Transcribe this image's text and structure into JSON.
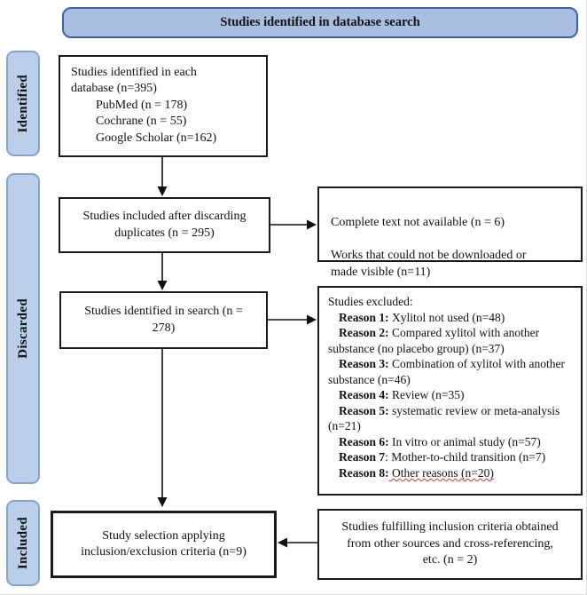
{
  "header": {
    "title": "Studies identified in database search"
  },
  "sidebar": {
    "identified": "Identified",
    "discarded": "Discarded",
    "included": "Included"
  },
  "database_box": {
    "intro": "Studies identified in each\ndatabase (n=395)",
    "sources": [
      "PubMed (n = 178)",
      "Cochrane (n = 55)",
      "Google Scholar (n=162)"
    ]
  },
  "duplicates_box": {
    "text": "Studies included after discarding\nduplicates (n = 295)"
  },
  "search_box": {
    "text": "Studies identified in search (n =\n278)"
  },
  "selection_box": {
    "text": "Study selection applying\ninclusion/exclusion criteria (n=9)"
  },
  "unavailable_box": {
    "line1": "Complete text not available (n = 6)",
    "line2": "Works that could not be downloaded or\nmade visible (n=11)"
  },
  "excluded_box": {
    "title": "Studies excluded:",
    "reasons": [
      {
        "label": "Reason 1:",
        "text": " Xylitol not used (n=48)"
      },
      {
        "label": "Reason 2:",
        "text": " Compared xylitol with another substance (no placebo group) (n=37)"
      },
      {
        "label": "Reason 3:",
        "text": " Combination of xylitol with another substance (n=46)"
      },
      {
        "label": "Reason 4:",
        "text": " Review (n=35)"
      },
      {
        "label": "Reason 5:",
        "text": " systematic review or meta-analysis (n=21)"
      },
      {
        "label": "Reason 6:",
        "text": " In vitro or animal study (n=57)"
      },
      {
        "label": "Reason 7",
        "text": ": Mother-to-child transition (n=7)"
      },
      {
        "label": "Reason 8:",
        "text": " Other reasons (n=20)"
      }
    ]
  },
  "other_sources_box": {
    "text": "Studies fulfilling inclusion criteria obtained\nfrom other sources and cross-referencing,\netc. (n = 2)"
  },
  "colors": {
    "banner_fill": "#a9bfe2",
    "banner_border": "#3a62ad",
    "stage_fill": "#bad0ea",
    "stage_border": "#85a3cb",
    "box_border": "#1a1a1a",
    "spellcheck_underline": "#d03a2b"
  }
}
